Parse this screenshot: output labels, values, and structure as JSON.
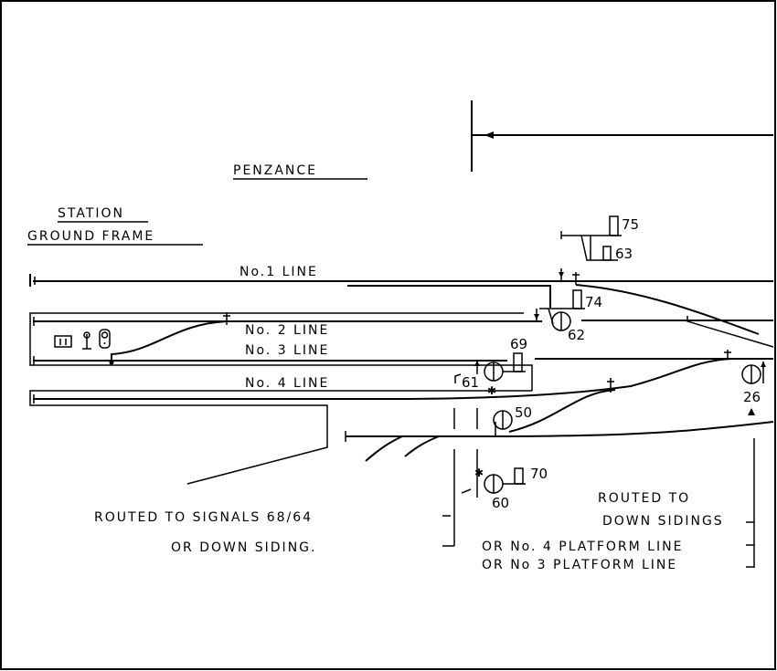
{
  "title": "PENZANCE",
  "frame": {
    "line1": "STATION",
    "line2": "GROUND FRAME"
  },
  "lines": {
    "no1": "No.1 LINE",
    "no2": "No. 2 LINE",
    "no3": "No. 3 LINE",
    "no4": "No. 4 LINE"
  },
  "signals": {
    "s75": "75",
    "s63": "63",
    "s74": "74",
    "s62": "62",
    "s69": "69",
    "s61": "61",
    "s50": "50",
    "s70": "70",
    "s60": "60",
    "s26": "26"
  },
  "notes": {
    "left_1": "ROUTED TO SIGNALS 68/64",
    "left_2": "OR DOWN SIDING.",
    "right_1": "ROUTED TO",
    "right_2": "DOWN SIDINGS",
    "right_3": "OR No. 4 PLATFORM LINE",
    "right_4": "OR No 3 PLATFORM LINE"
  },
  "colors": {
    "ink": "#000000",
    "paper": "#ffffff"
  }
}
